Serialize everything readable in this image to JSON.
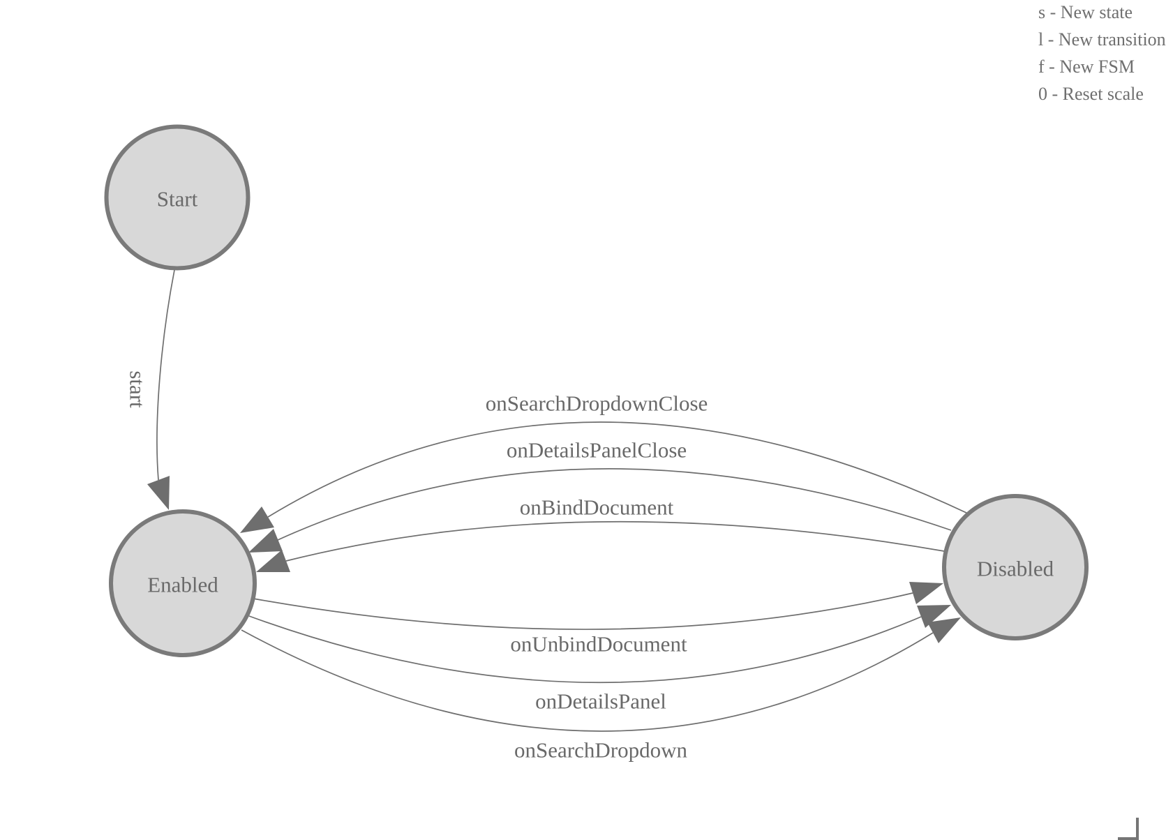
{
  "legend": {
    "items": [
      "s - New state",
      "l - New transition",
      "f - New FSM",
      "0 - Reset scale"
    ]
  },
  "diagram": {
    "type": "finite-state-machine",
    "states": [
      {
        "name": "Start"
      },
      {
        "name": "Enabled"
      },
      {
        "name": "Disabled"
      }
    ],
    "transitions": [
      {
        "event": "start",
        "from": "Start",
        "to": "Enabled"
      },
      {
        "event": "onSearchDropdownClose",
        "from": "Disabled",
        "to": "Enabled"
      },
      {
        "event": "onDetailsPanelClose",
        "from": "Disabled",
        "to": "Enabled"
      },
      {
        "event": "onBindDocument",
        "from": "Disabled",
        "to": "Enabled"
      },
      {
        "event": "onUnbindDocument",
        "from": "Enabled",
        "to": "Disabled"
      },
      {
        "event": "onDetailsPanel",
        "from": "Enabled",
        "to": "Disabled"
      },
      {
        "event": "onSearchDropdown",
        "from": "Enabled",
        "to": "Disabled"
      }
    ],
    "colors": {
      "background": "#ffffff",
      "node_fill": "#d8d8d8",
      "node_stroke": "#7a7a7a",
      "edge_stroke": "#6e6e6e",
      "arrowhead_fill": "#6e6e6e",
      "label_text": "#696969",
      "legend_text": "#6f6f6f",
      "corner_border": "#757575"
    }
  }
}
